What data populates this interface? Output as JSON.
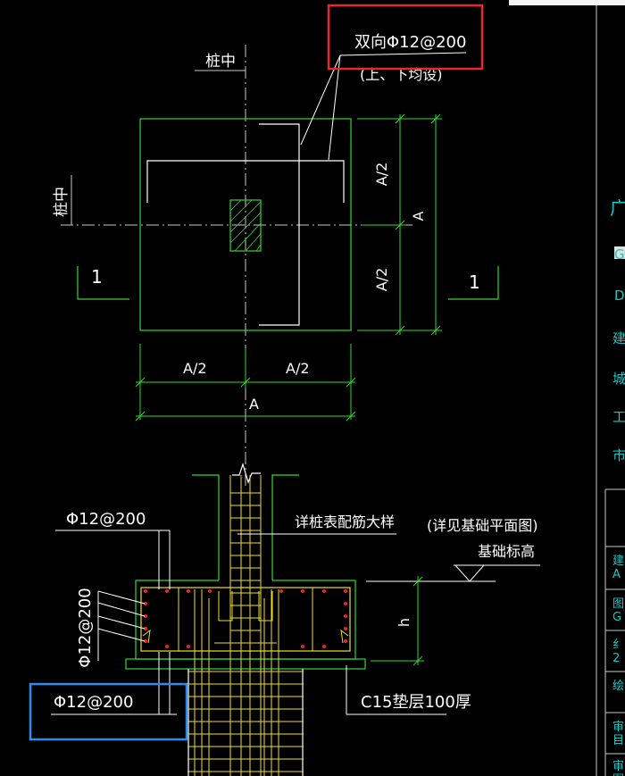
{
  "plan": {
    "top_rebar_note": "双向Φ12@200",
    "top_rebar_sub": "(上、下均设)",
    "axis_label_top": "桩中",
    "axis_label_left": "桩中",
    "section_mark_left": "1",
    "section_mark_right": "1",
    "dim_half_h_left": "A/2",
    "dim_half_h_right": "A/2",
    "dim_total_h": "A",
    "dim_half_v_top": "A/2",
    "dim_half_v_bottom": "A/2",
    "dim_total_v": "A"
  },
  "section": {
    "note_pile_detail": "详桩表配筋大样",
    "note_see_plan": "(详见基础平面图)",
    "note_elevation": "基础标高",
    "rebar_top_left": "Φ12@200",
    "rebar_side_vertical": "Φ12@200",
    "rebar_bottom_left": "Φ12@200",
    "dim_height": "h",
    "cushion_note": "C15垫层100厚"
  },
  "title_block": {
    "chars": [
      "广",
      "G",
      "D",
      "建",
      "城",
      "工",
      "市"
    ],
    "row_chars": [
      "建\nA",
      "图\nG",
      "纟\n2",
      "绘",
      "审\n目",
      "审\n图"
    ]
  },
  "highlights": {
    "red_box_color": "#e8262b",
    "blue_box_color": "#2a8cf0"
  }
}
